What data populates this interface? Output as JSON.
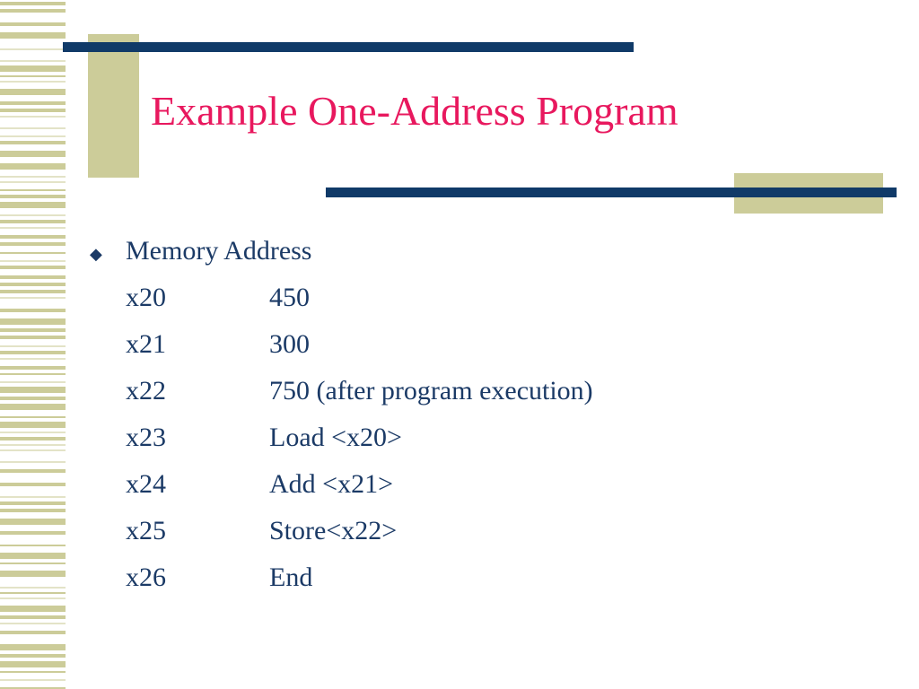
{
  "slide": {
    "title": "Example One-Address Program",
    "title_color": "#e8185e",
    "body_color": "#1b3a66",
    "accent_bar_color": "#103a68",
    "accent_block_color": "#cccc99",
    "background_color": "#ffffff",
    "bullet_glyph": "◆",
    "bullet": {
      "label": "Memory Address"
    },
    "rows": [
      {
        "address": "x20",
        "value": "450"
      },
      {
        "address": "x21",
        "value": "300"
      },
      {
        "address": "x22",
        "value": "750 (after program execution)"
      },
      {
        "address": "x23",
        "value": "Load <x20>"
      },
      {
        "address": "x24",
        "value": "Add <x21>"
      },
      {
        "address": "x25",
        "value": "Store<x22>"
      },
      {
        "address": "x26",
        "value": "End"
      }
    ]
  }
}
